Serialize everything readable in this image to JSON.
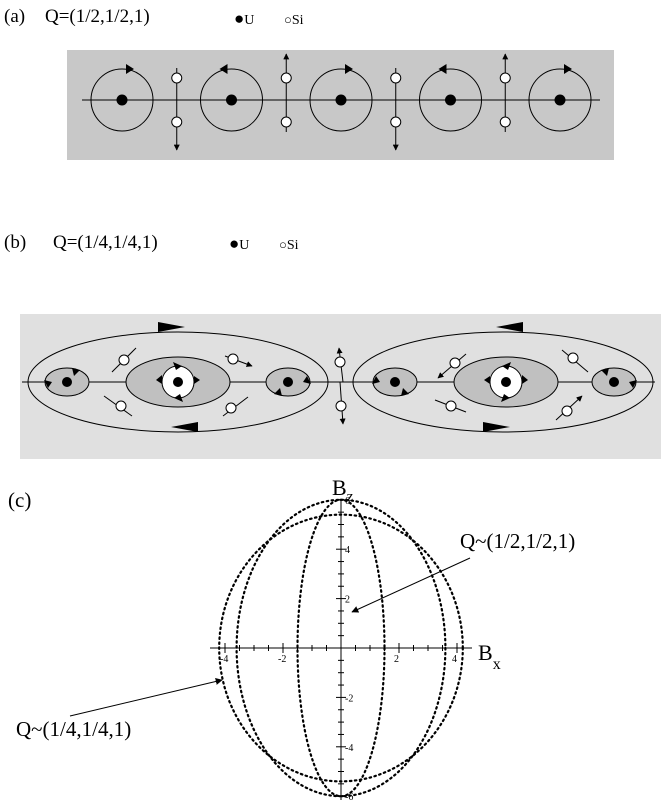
{
  "panel_a": {
    "tag": "(a)",
    "q": "Q=(1/2,1/2,1)",
    "legend_u": "U",
    "legend_si": "Si",
    "moments": [
      {
        "kind": "U",
        "rotation": "ccw"
      },
      {
        "kind": "Si",
        "spin": "down"
      },
      {
        "kind": "U",
        "rotation": "cw"
      },
      {
        "kind": "Si",
        "spin": "up"
      },
      {
        "kind": "U",
        "rotation": "ccw"
      },
      {
        "kind": "Si",
        "spin": "down"
      },
      {
        "kind": "U",
        "rotation": "cw"
      },
      {
        "kind": "Si",
        "spin": "up"
      },
      {
        "kind": "U",
        "rotation": "ccw"
      }
    ],
    "colors": {
      "background": "#c8c8c8"
    }
  },
  "panel_b": {
    "tag": "(b)",
    "q": "Q=(1/4,1/4,1)",
    "legend_u": "U",
    "legend_si": "Si",
    "colors": {
      "background": "#e0e0e0",
      "domain_fill": "#c0c0c0"
    }
  },
  "panel_c": {
    "tag": "(c)",
    "axis_z": "B",
    "axis_z_sub": "z",
    "axis_x": "B",
    "axis_x_sub": "x",
    "curve_labels": [
      "Q~(1/2,1/2,1)",
      "Q~(1/4,1/4,1)"
    ],
    "x_ticks": [
      "-4",
      "-2",
      "2",
      "4"
    ],
    "z_ticks": [
      "6",
      "4",
      "2",
      "-2",
      "-4",
      "-6"
    ]
  },
  "chart_data": {
    "type": "scatter",
    "title": "",
    "xlabel": "Bx",
    "ylabel": "Bz",
    "xlim": [
      -4.5,
      4.5
    ],
    "ylim": [
      -6.5,
      6.5
    ],
    "series": [
      {
        "name": "Q~(1/2,1/2,1)",
        "shape": "ellipse",
        "x_semi_axis": 1.5,
        "z_semi_axis": 6.0
      },
      {
        "name": "Q~(1/4,1/4,1)",
        "shape": "ellipse",
        "x_semi_axis": 4.2,
        "z_semi_axis": 5.4
      },
      {
        "shape": "ellipse",
        "x_semi_axis": 3.6,
        "z_semi_axis": 6.0
      }
    ]
  }
}
